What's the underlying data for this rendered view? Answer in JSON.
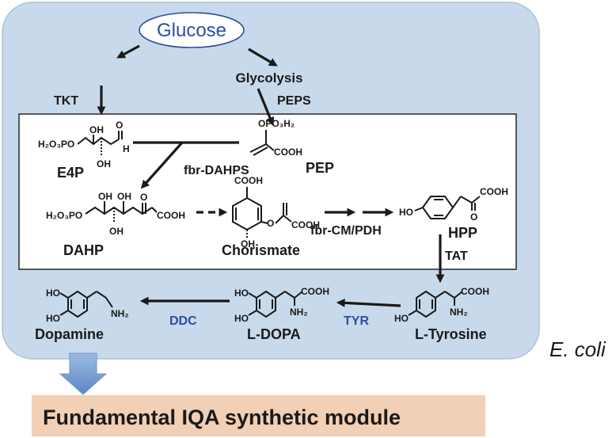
{
  "start": "Glucose",
  "labels": {
    "glycolysis": "Glycolysis",
    "tkt": "TKT",
    "peps": "PEPS",
    "fbr_dahps": "fbr-DAHPS",
    "fbr_cm_pdh": "fbr-CM/PDH",
    "tat": "TAT",
    "ddc": "DDC",
    "tyr": "TYR",
    "organism": "E. coli",
    "module": "Fundamental IQA synthetic module"
  },
  "compounds": {
    "e4p": "E4P",
    "pep": "PEP",
    "dahp": "DAHP",
    "chorismate": "Chorismate",
    "hpp": "HPP",
    "ltyrosine": "L-Tyrosine",
    "ldopa": "L-DOPA",
    "dopamine": "Dopamine"
  },
  "atoms": {
    "h2o3po": "H₂O₃PO",
    "oh": "OH",
    "o": "O",
    "h": "H",
    "opo3h2": "OPO₃H₂",
    "cooh": "COOH",
    "ho": "HO",
    "nh2": "NH₂"
  },
  "colors": {
    "panel": "#c9d9ec",
    "panel_border": "#aebfd4",
    "box_border": "#333333",
    "blue_text": "#2b4fa0",
    "module_bg": "#f2d0b5",
    "down_arrow": "#7fa5d5"
  }
}
